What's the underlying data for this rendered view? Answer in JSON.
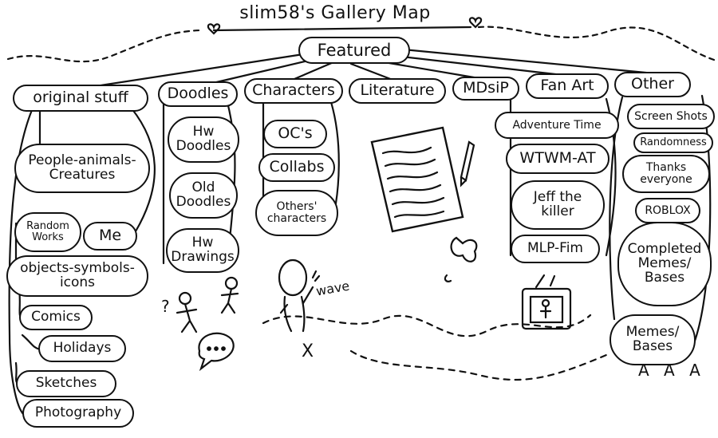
{
  "title": "slim58's Gallery Map",
  "root": "Featured",
  "categories": {
    "original_stuff": {
      "label": "original stuff",
      "items": [
        "People-animals-Creatures",
        "Random Works",
        "Me",
        "objects-symbols-icons",
        "Comics",
        "Holidays",
        "Sketches",
        "Photography"
      ]
    },
    "doodles": {
      "label": "Doodles",
      "items": [
        "Hw Doodles",
        "Old Doodles",
        "Hw Drawings"
      ]
    },
    "characters": {
      "label": "Characters",
      "items": [
        "OC's",
        "Collabs",
        "Others' characters"
      ]
    },
    "literature": {
      "label": "Literature"
    },
    "mdsip": {
      "label": "MDsiP"
    },
    "fan_art": {
      "label": "Fan Art",
      "items": [
        "Adventure Time",
        "WTWM-AT",
        "Jeff the killer",
        "MLP-Fim"
      ]
    },
    "other": {
      "label": "Other",
      "items": [
        "Screen Shots",
        "Randomness",
        "Thanks everyone",
        "ROBLOX",
        "Completed Memes/ Bases",
        "Memes/ Bases"
      ]
    }
  },
  "doodles": {
    "wave_text": "wave",
    "question_marks": "?",
    "x_mark": "X",
    "letters": "A A A"
  }
}
